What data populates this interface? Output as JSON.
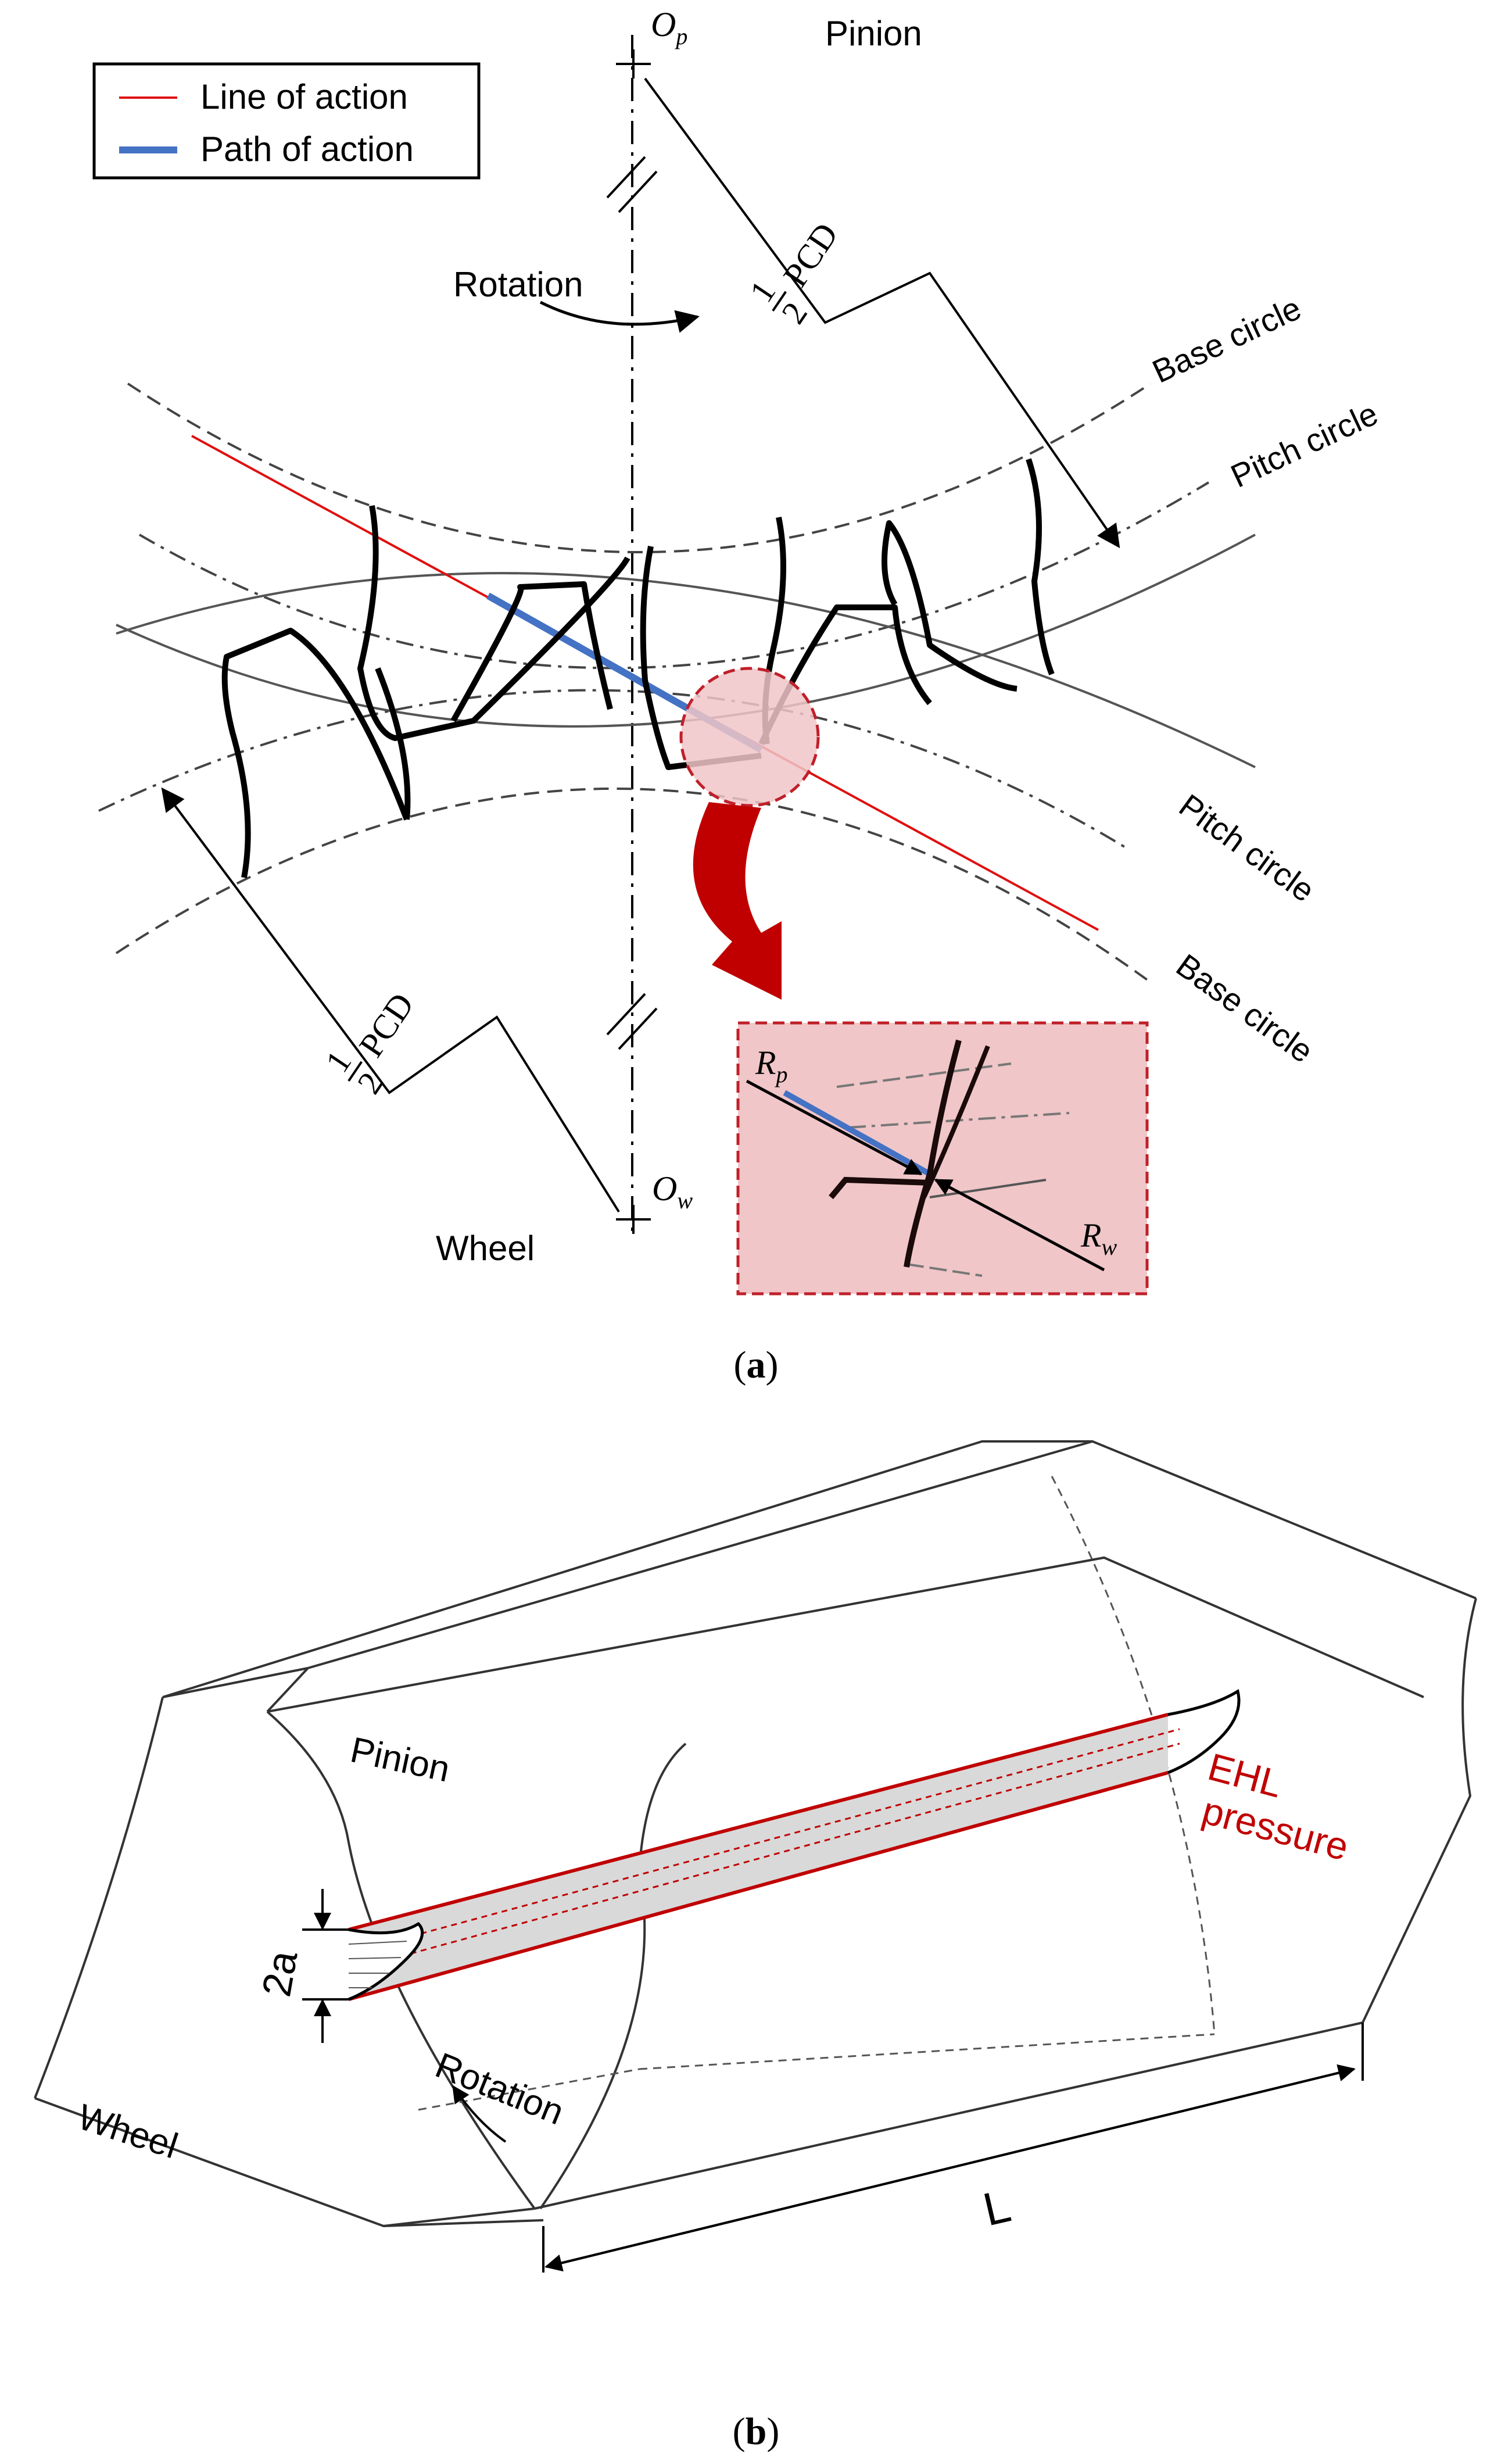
{
  "colors": {
    "line_of_action": "#e01010",
    "path_of_action": "#4472c4",
    "zoom_fill": "#f0c6c8",
    "zoom_border": "#c0202a",
    "callout_arrow": "#c00000",
    "ehl": "#c00000",
    "contact_band": "#d9d9d9"
  },
  "panel_a": {
    "caption": "a",
    "legend": {
      "line_of_action": "Line of action",
      "path_of_action": "Path of action"
    },
    "pinion": "Pinion",
    "wheel": "Wheel",
    "rotation": "Rotation",
    "op_main": "O",
    "op_sub": "p",
    "ow_main": "O",
    "ow_sub": "w",
    "half_pcd_num": "1",
    "half_pcd_den": "2",
    "half_pcd_text": "PCD",
    "base_circle_top": "Base circle",
    "pitch_circle_top": "Pitch circle",
    "pitch_circle_bottom": "Pitch circle",
    "base_circle_bottom": "Base circle",
    "zoom": {
      "rp_main": "R",
      "rp_sub": "p",
      "rw_main": "R",
      "rw_sub": "w"
    }
  },
  "panel_b": {
    "caption": "b",
    "pinion": "Pinion",
    "wheel": "Wheel",
    "rotation": "Rotation",
    "ehl_line1": "EHL",
    "ehl_line2": "pressure",
    "half_width": "2a",
    "length": "L"
  }
}
